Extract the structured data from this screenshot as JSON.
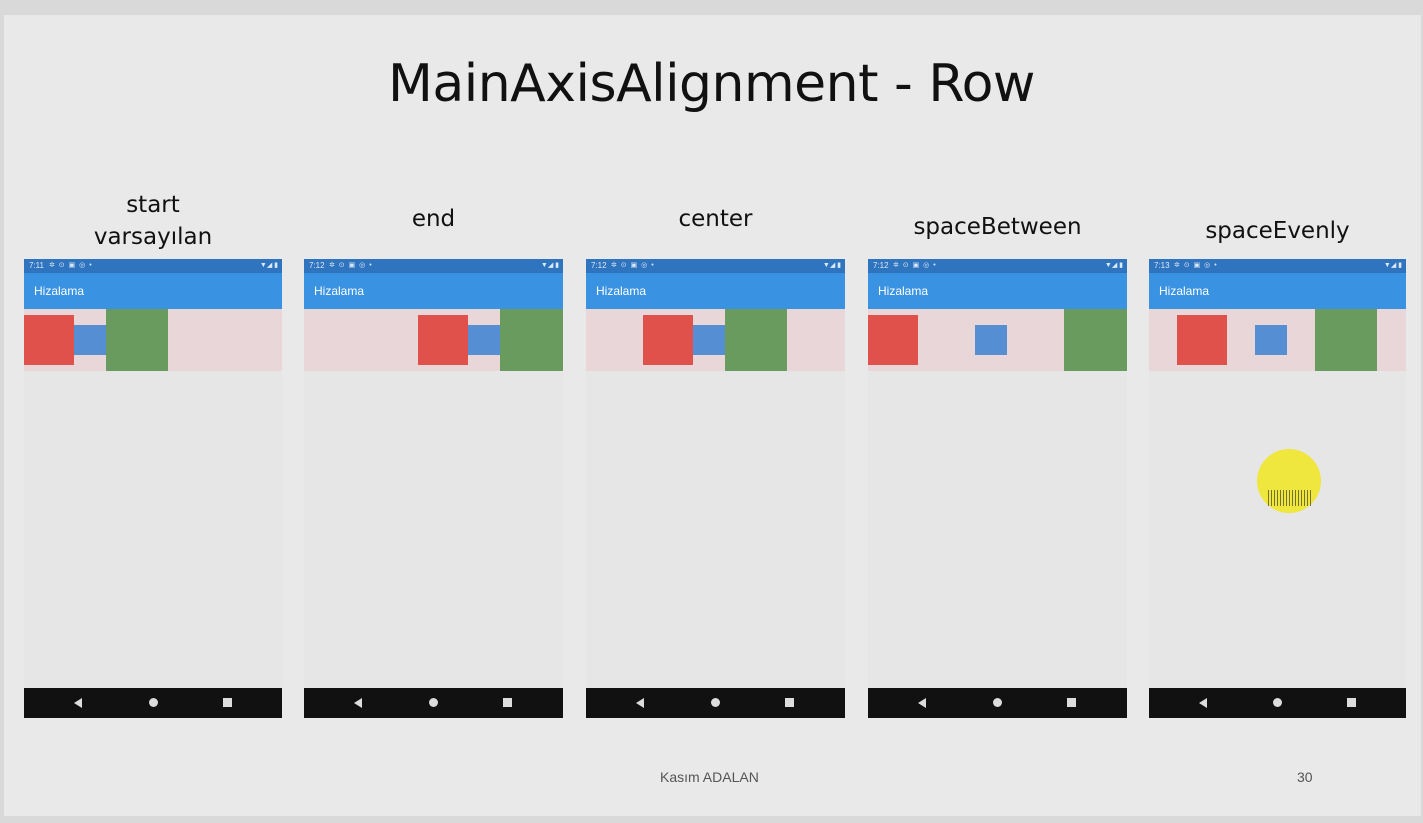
{
  "slide": {
    "title": "MainAxisAlignment - Row",
    "author": "Kasım ADALAN",
    "page_number": "30"
  },
  "phones": [
    {
      "label_line1": "start",
      "label_line2": "varsayılan",
      "time": "7:11",
      "app_title": "Hizalama",
      "alignment": "start"
    },
    {
      "label_line1": "end",
      "label_line2": "",
      "time": "7:12",
      "app_title": "Hizalama",
      "alignment": "end"
    },
    {
      "label_line1": "center",
      "label_line2": "",
      "time": "7:12",
      "app_title": "Hizalama",
      "alignment": "center"
    },
    {
      "label_line1": "spaceBetween",
      "label_line2": "",
      "time": "7:12",
      "app_title": "Hizalama",
      "alignment": "spaceBetween"
    },
    {
      "label_line1": "spaceEvenly",
      "label_line2": "",
      "time": "7:13",
      "app_title": "Hizalama",
      "alignment": "spaceEvenly"
    }
  ],
  "status_icons_left": "✲ ⊙ ▣ ◎ •",
  "status_icons_right": "▼◢ ▮",
  "nav_icons": [
    "back-icon",
    "home-icon",
    "recent-apps-icon"
  ],
  "colors": {
    "box_red": "#e0514c",
    "box_blue": "#558ed3",
    "box_green": "#689b5d",
    "row_background": "#e8d6d8",
    "app_bar": "#3a93e2",
    "status_bar": "#2f74bf"
  }
}
